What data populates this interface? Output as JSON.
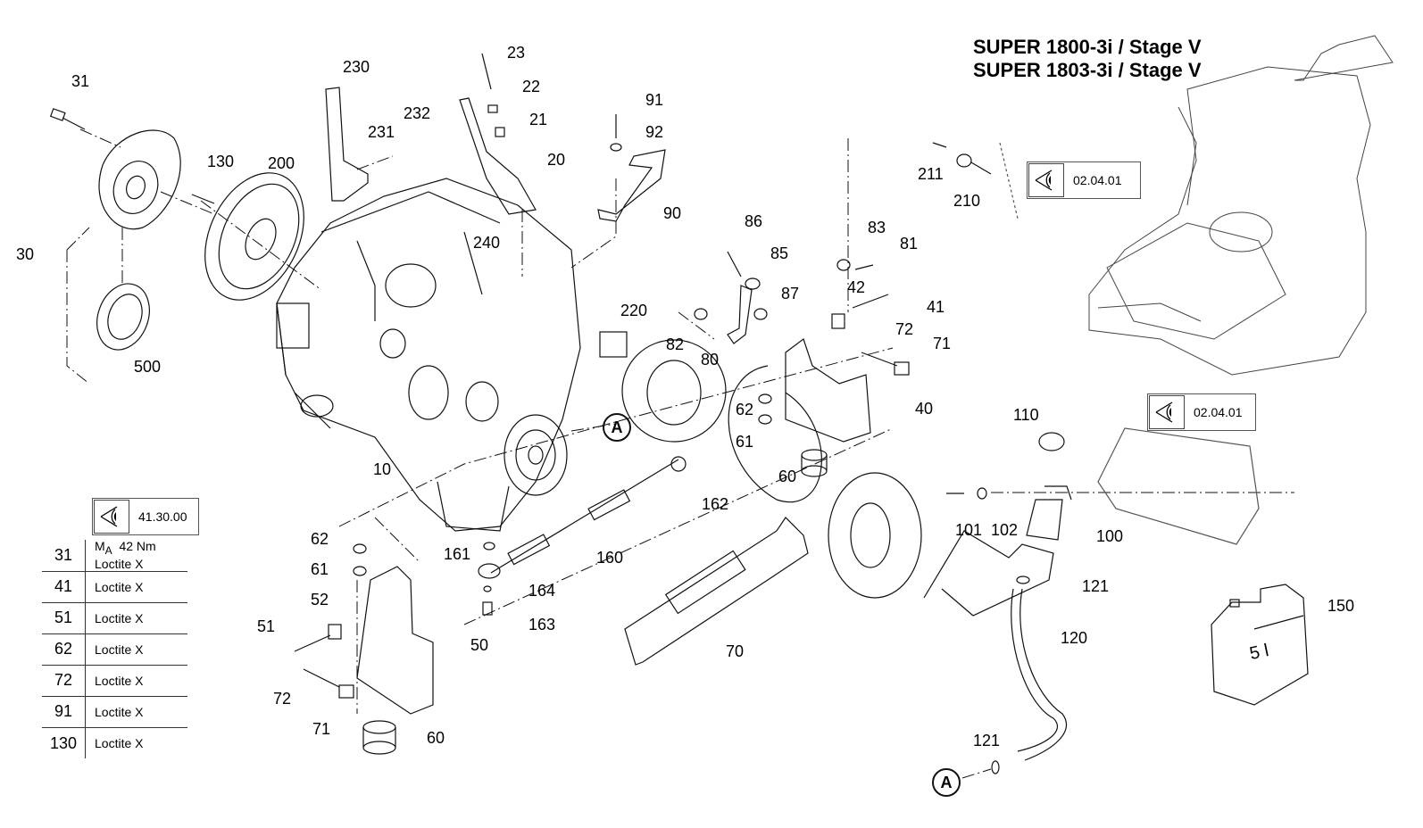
{
  "title": {
    "line1": "SUPER 1800-3i / Stage V",
    "line2": "SUPER 1803-3i / Stage V"
  },
  "reference_boxes": [
    {
      "icon": "eye-icon",
      "code": "02.04.01",
      "location": "top-right near 210"
    },
    {
      "icon": "eye-icon",
      "code": "02.04.01",
      "location": "right near machine detail"
    },
    {
      "icon": "eye-icon",
      "code": "41.30.00",
      "location": "left above table"
    }
  ],
  "torque_table": {
    "rows": [
      {
        "part": "31",
        "torque": "MA 42 Nm",
        "torque_symbol": "M",
        "torque_sub": "A",
        "torque_value": "42 Nm",
        "note": "Loctite X"
      },
      {
        "part": "41",
        "note": "Loctite X"
      },
      {
        "part": "51",
        "note": "Loctite X"
      },
      {
        "part": "62",
        "note": "Loctite X"
      },
      {
        "part": "72",
        "note": "Loctite X"
      },
      {
        "part": "91",
        "note": "Loctite X"
      },
      {
        "part": "130",
        "note": "Loctite X"
      }
    ]
  },
  "connection_marker": "A",
  "canister_label": "5 l",
  "callouts": [
    {
      "id": "c31a",
      "label": "31"
    },
    {
      "id": "c30",
      "label": "30"
    },
    {
      "id": "c130",
      "label": "130"
    },
    {
      "id": "c200",
      "label": "200"
    },
    {
      "id": "c500",
      "label": "500"
    },
    {
      "id": "c230",
      "label": "230"
    },
    {
      "id": "c231",
      "label": "231"
    },
    {
      "id": "c232",
      "label": "232"
    },
    {
      "id": "c23",
      "label": "23"
    },
    {
      "id": "c22",
      "label": "22"
    },
    {
      "id": "c21",
      "label": "21"
    },
    {
      "id": "c20",
      "label": "20"
    },
    {
      "id": "c240",
      "label": "240"
    },
    {
      "id": "c91",
      "label": "91"
    },
    {
      "id": "c92",
      "label": "92"
    },
    {
      "id": "c90",
      "label": "90"
    },
    {
      "id": "c220",
      "label": "220"
    },
    {
      "id": "c86",
      "label": "86"
    },
    {
      "id": "c85",
      "label": "85"
    },
    {
      "id": "c87",
      "label": "87"
    },
    {
      "id": "c82",
      "label": "82"
    },
    {
      "id": "c80",
      "label": "80"
    },
    {
      "id": "c83",
      "label": "83"
    },
    {
      "id": "c81",
      "label": "81"
    },
    {
      "id": "c42",
      "label": "42"
    },
    {
      "id": "c41",
      "label": "41"
    },
    {
      "id": "c72a",
      "label": "72"
    },
    {
      "id": "c71a",
      "label": "71"
    },
    {
      "id": "c40",
      "label": "40"
    },
    {
      "id": "c62a",
      "label": "62"
    },
    {
      "id": "c61a",
      "label": "61"
    },
    {
      "id": "c60a",
      "label": "60"
    },
    {
      "id": "c10",
      "label": "10"
    },
    {
      "id": "c162",
      "label": "162"
    },
    {
      "id": "c161",
      "label": "161"
    },
    {
      "id": "c160",
      "label": "160"
    },
    {
      "id": "c164",
      "label": "164"
    },
    {
      "id": "c163",
      "label": "163"
    },
    {
      "id": "c62b",
      "label": "62"
    },
    {
      "id": "c61b",
      "label": "61"
    },
    {
      "id": "c52",
      "label": "52"
    },
    {
      "id": "c51",
      "label": "51"
    },
    {
      "id": "c50",
      "label": "50"
    },
    {
      "id": "c72b",
      "label": "72"
    },
    {
      "id": "c71b",
      "label": "71"
    },
    {
      "id": "c60b",
      "label": "60"
    },
    {
      "id": "c70",
      "label": "70"
    },
    {
      "id": "c211",
      "label": "211"
    },
    {
      "id": "c210",
      "label": "210"
    },
    {
      "id": "c110",
      "label": "110"
    },
    {
      "id": "c101",
      "label": "101"
    },
    {
      "id": "c102",
      "label": "102"
    },
    {
      "id": "c100",
      "label": "100"
    },
    {
      "id": "c121a",
      "label": "121"
    },
    {
      "id": "c120",
      "label": "120"
    },
    {
      "id": "c121b",
      "label": "121"
    },
    {
      "id": "c150",
      "label": "150"
    }
  ]
}
